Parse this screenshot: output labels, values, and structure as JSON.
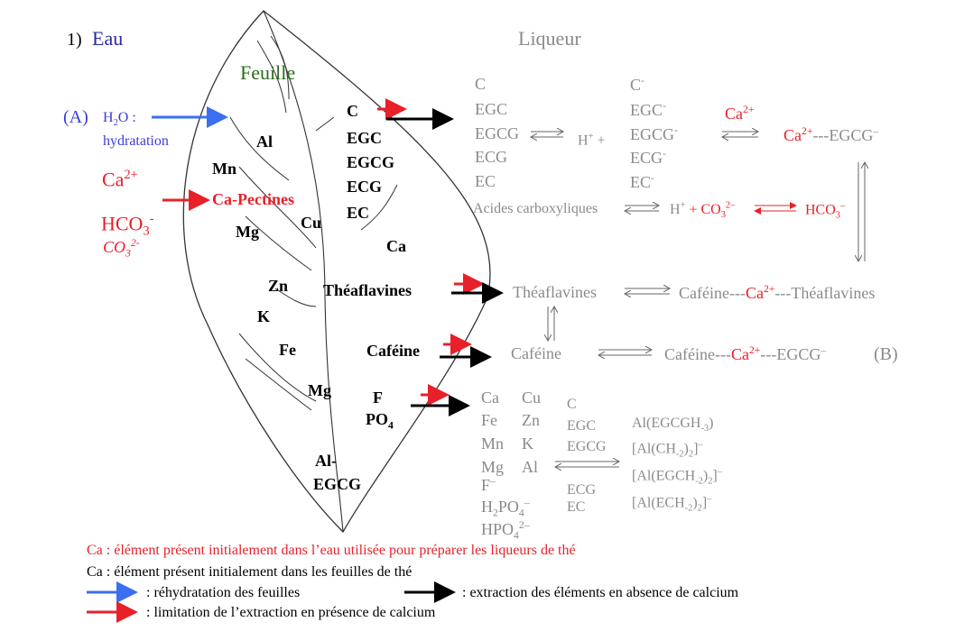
{
  "heading": {
    "number": "1)",
    "eau": "Eau",
    "liqueur": "Liqueur",
    "feuille": "Feuille"
  },
  "water": {
    "label_a": "(A)",
    "h2o": "H2O :",
    "hydratation": "hydratation",
    "ca": "Ca2+",
    "hco3": "HCO3-",
    "co3": "CO32-",
    "ca_pectines": "Ca-Pectines"
  },
  "leaf_elements": [
    "Al",
    "Mn",
    "Mg",
    "Cu",
    "Ca",
    "Zn",
    "K",
    "Fe",
    "Mg",
    "C",
    "EGC",
    "EGCG",
    "ECG",
    "EC",
    "Théaflavines",
    "Caféine",
    "F",
    "PO4",
    "Al-",
    "EGCG"
  ],
  "liquor": {
    "col1": [
      "C",
      "EGC",
      "EGCG",
      "ECG",
      "EC"
    ],
    "col2": [
      "C-",
      "EGC-",
      "EGCG-",
      "ECG-",
      "EC-"
    ],
    "hplus": "H+ +",
    "ca_top": "Ca2+",
    "ca_egcg": "Ca2+---EGCG–",
    "acides": "Acides carboxyliques",
    "h_plus_co3": "H+ + CO32-",
    "hco3": "HCO3–",
    "theaflavines": "Théaflavines",
    "caf_ca_thea": "Caféine---Ca2+---Théaflavines",
    "cafeine": "Caféine",
    "caf_ca_egcg": "Caféine---Ca2+---EGCG–",
    "label_b": "(B)",
    "metals_left": [
      "Ca",
      "Fe",
      "Mn",
      "Mg",
      "F–",
      "H2PO4–",
      "HPO42–"
    ],
    "metals_right": [
      "Cu",
      "Zn",
      "K",
      "Al"
    ],
    "catechins": [
      "C",
      "EGC",
      "EGCG",
      "ECG",
      "EC"
    ],
    "al_complexes": [
      "Al(EGCGH-3)",
      "[Al(CH-2)2]–",
      "[Al(EGCH-2)2]–",
      "[Al(ECH-2)2]–"
    ]
  },
  "legend": {
    "red_line": "Ca : élément présent initialement dans l’eau utilisée pour préparer les liqueurs de thé",
    "black_line": "Ca : élément présent initialement dans les feuilles de thé",
    "blue_arrow": ": réhydratation des feuilles",
    "black_arrow": ": extraction des éléments en absence de calcium",
    "red_arrow": ": limitation de l’extraction en présence de calcium"
  },
  "colors": {
    "red": "#e8202a",
    "blue": "#3b6ef0",
    "grey": "#8a8a8a",
    "green": "#2e6b1d",
    "navy": "#2a2aa0"
  }
}
